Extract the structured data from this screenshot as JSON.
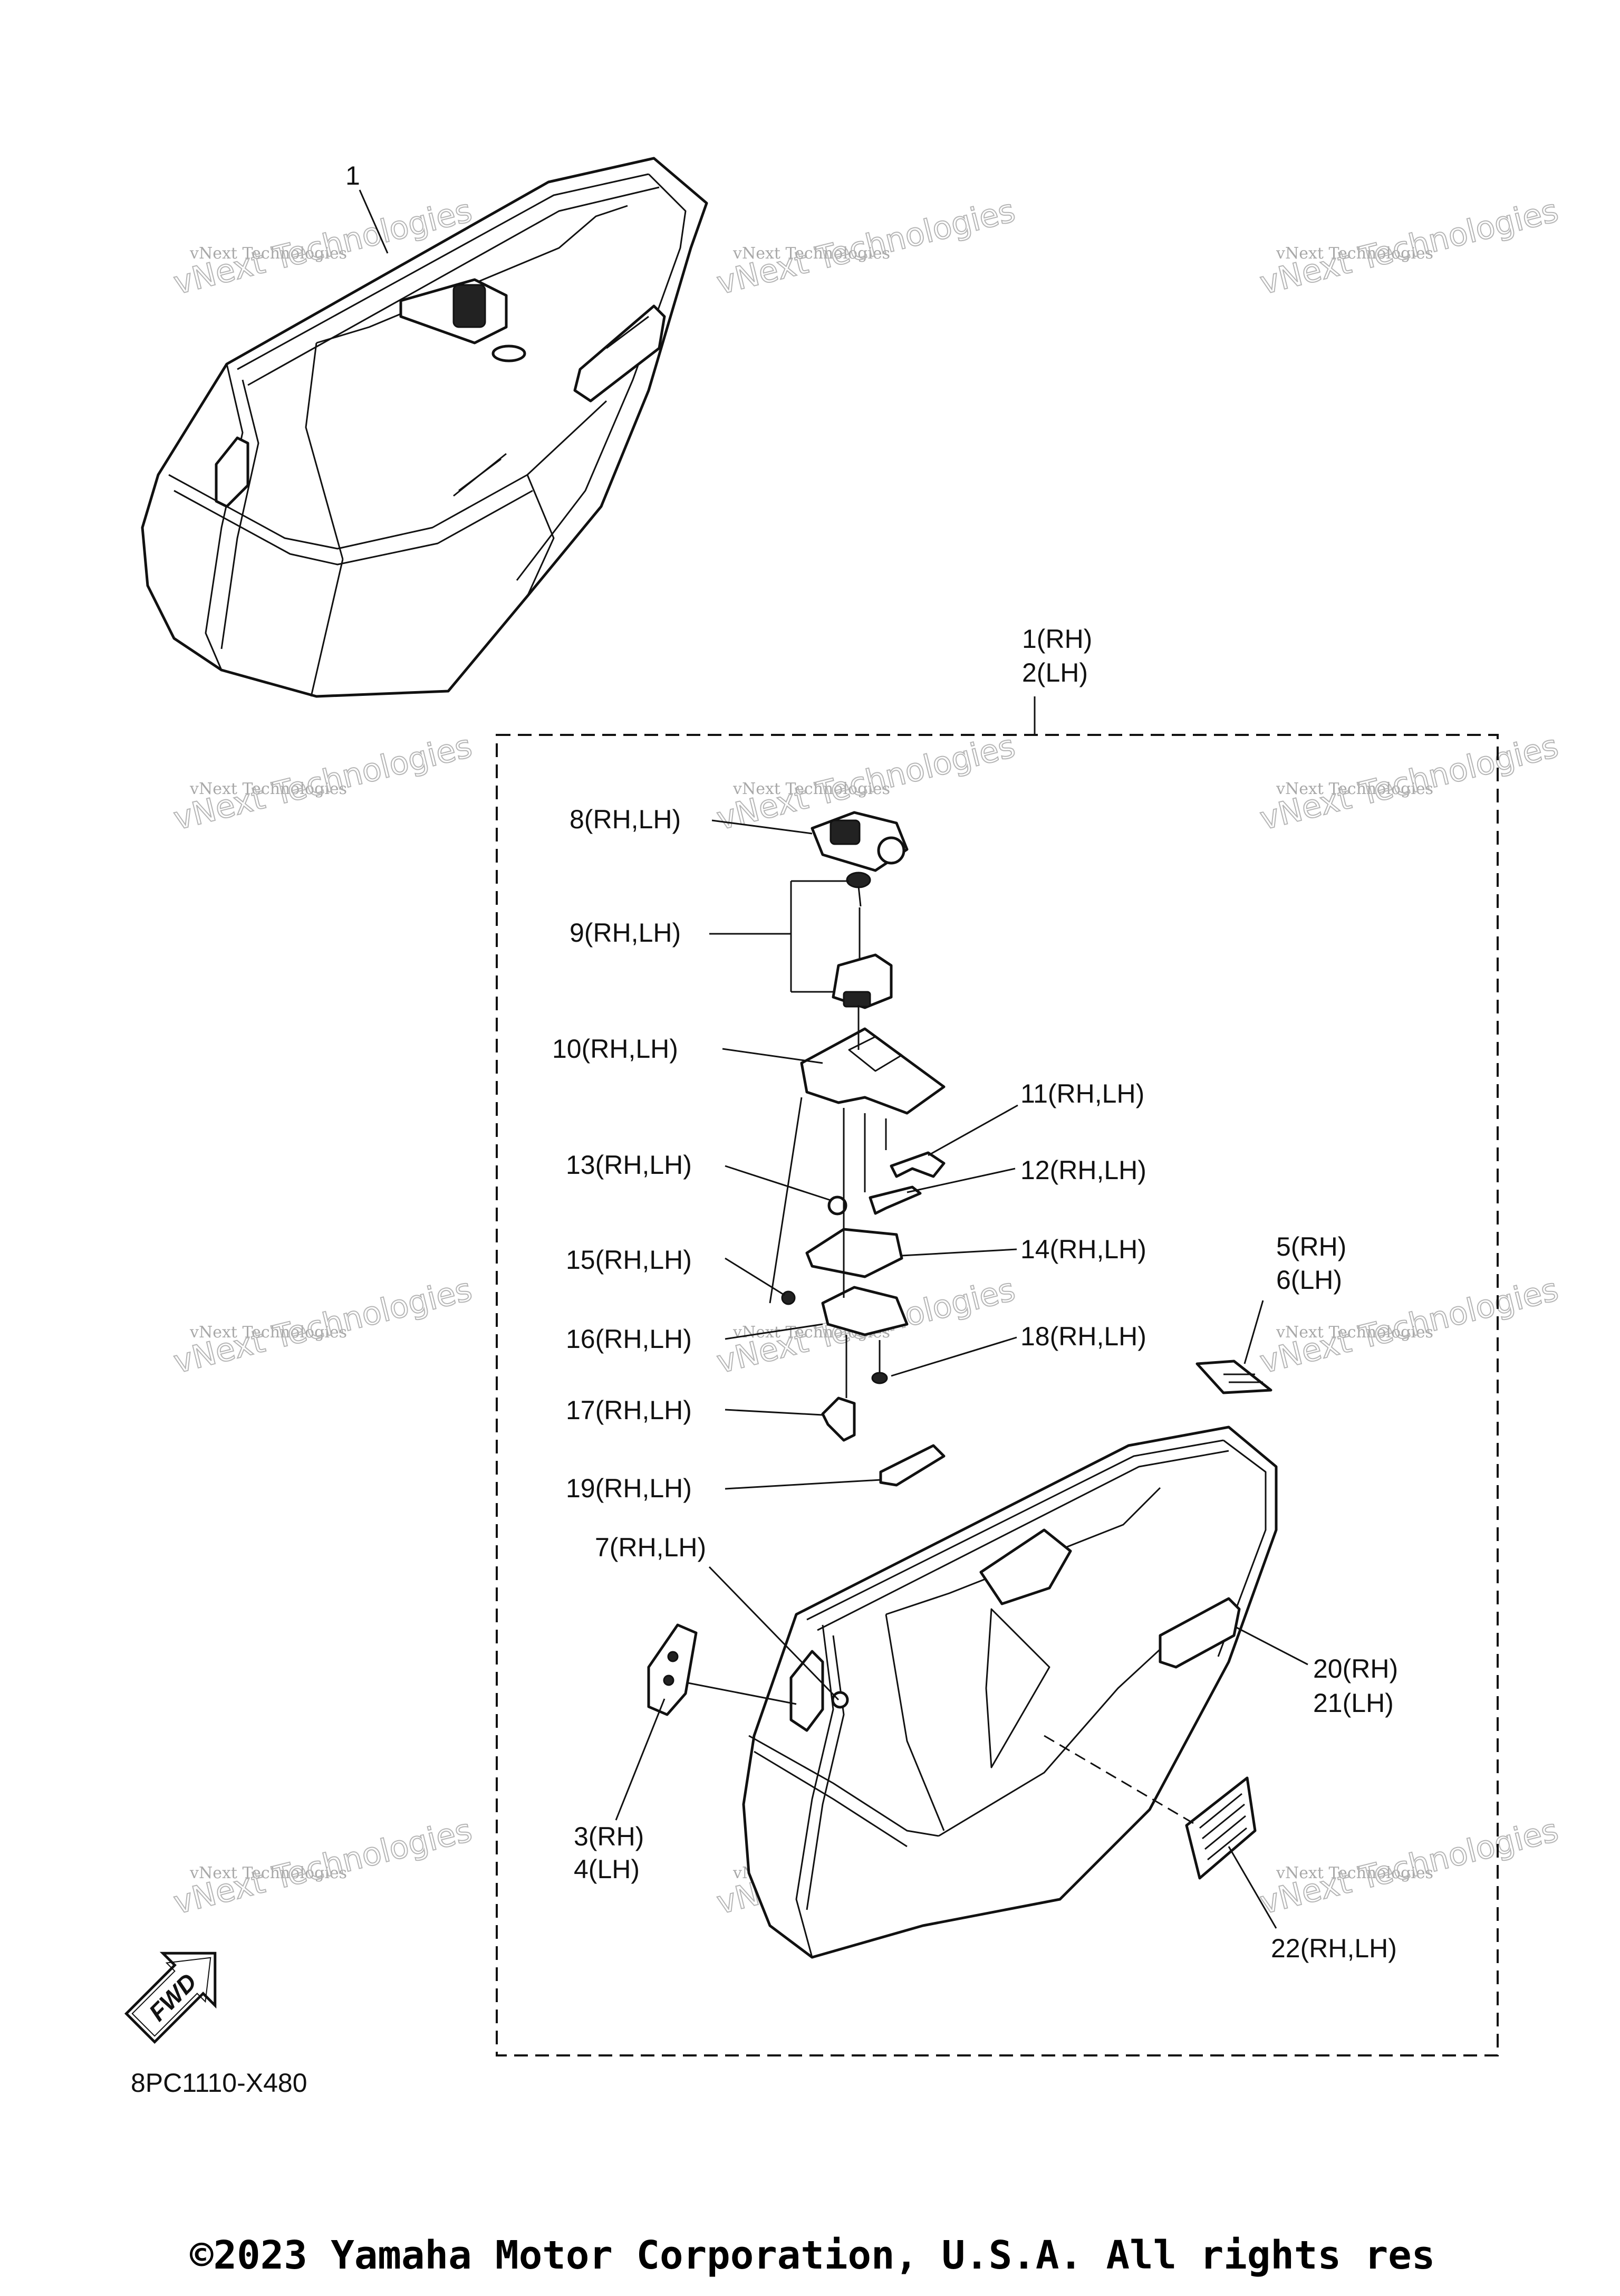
{
  "diagram": {
    "callouts": {
      "c1_top": "1",
      "c1": "1(RH)",
      "c2": "2(LH)",
      "c8": "8(RH,LH)",
      "c9": "9(RH,LH)",
      "c10": "10(RH,LH)",
      "c11": "11(RH,LH)",
      "c12": "12(RH,LH)",
      "c13": "13(RH,LH)",
      "c14": "14(RH,LH)",
      "c15": "15(RH,LH)",
      "c16": "16(RH,LH)",
      "c17": "17(RH,LH)",
      "c18": "18(RH,LH)",
      "c19": "19(RH,LH)",
      "c5": "5(RH)",
      "c6": "6(LH)",
      "c7": "7(RH,LH)",
      "c20": "20(RH)",
      "c21": "21(LH)",
      "c3": "3(RH)",
      "c4": "4(LH)",
      "c22": "22(RH,LH)"
    },
    "fwd_label": "FWD",
    "diagram_code": "8PC1110-X480"
  },
  "watermark": {
    "line1": "vNext Technologies",
    "line2": "vNext Technologies"
  },
  "footer": {
    "copyright": "©2023 Yamaha Motor Corporation, U.S.A. All rights res"
  }
}
